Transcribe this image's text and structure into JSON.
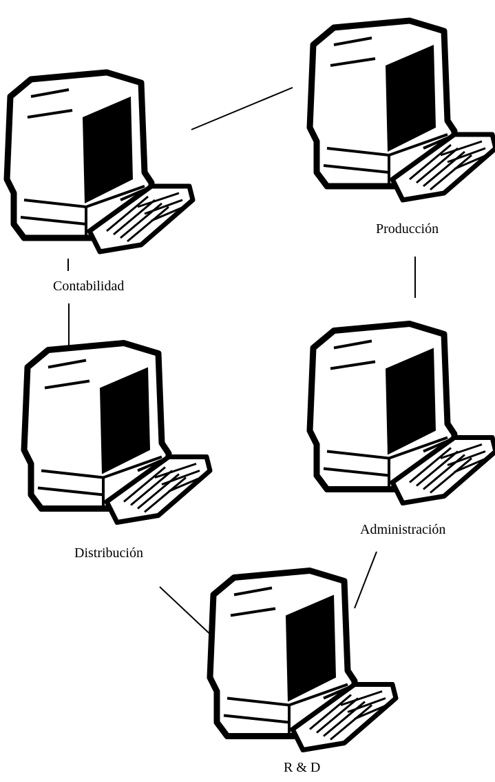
{
  "diagram": {
    "nodes": [
      {
        "id": "contabilidad",
        "label": "Contabilidad"
      },
      {
        "id": "produccion",
        "label": "Producción"
      },
      {
        "id": "distribucion",
        "label": "Distribución"
      },
      {
        "id": "administracion",
        "label": "Administración"
      },
      {
        "id": "rd",
        "label": "R & D"
      }
    ],
    "links": [
      [
        "contabilidad",
        "produccion"
      ],
      [
        "contabilidad",
        "distribucion"
      ],
      [
        "produccion",
        "administracion"
      ],
      [
        "distribucion",
        "rd"
      ],
      [
        "administracion",
        "rd"
      ]
    ],
    "colors": {
      "stroke": "#000000",
      "screen": "#000000",
      "background": "#ffffff"
    }
  }
}
